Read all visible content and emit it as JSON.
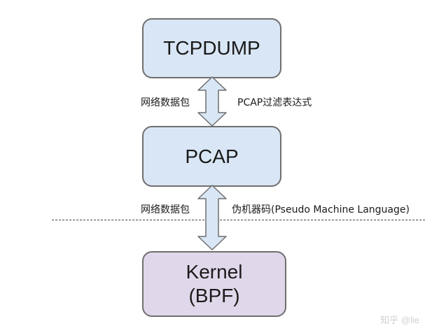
{
  "diagram": {
    "nodes": [
      {
        "id": "tcpdump",
        "lines": [
          "TCPDUMP"
        ],
        "fill": "#d9e6f5"
      },
      {
        "id": "pcap",
        "lines": [
          "PCAP"
        ],
        "fill": "#d9e6f5"
      },
      {
        "id": "kernel",
        "lines": [
          "Kernel",
          "(BPF)"
        ],
        "fill": "#e1d7ea"
      }
    ],
    "edges": [
      {
        "from": "tcpdump",
        "to": "pcap",
        "direction": "bidirectional",
        "left_label": "网络数据包",
        "right_label": "PCAP过滤表达式"
      },
      {
        "from": "pcap",
        "to": "kernel",
        "direction": "bidirectional",
        "left_label": "网络数据包",
        "right_label": "伪机器码(Pseudo Machine Language)"
      }
    ],
    "colors": {
      "node_border": "#6f6f6f",
      "arrow_fill": "#d9e6f5",
      "arrow_stroke": "#6f6f6f"
    }
  },
  "watermark": "知乎 @lie"
}
